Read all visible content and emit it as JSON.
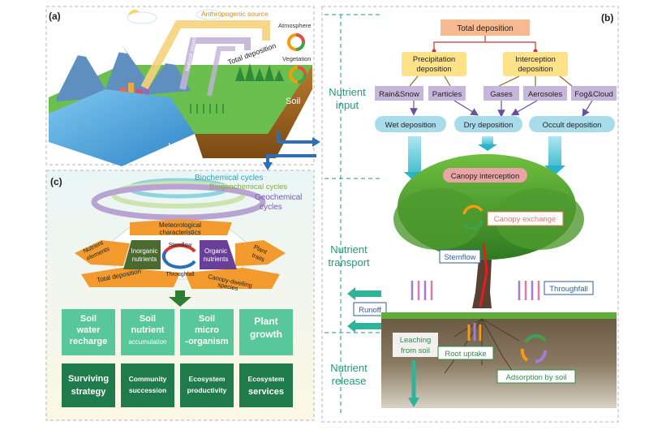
{
  "panel_a": {
    "label": "(a)",
    "anthropogenic_source": "Anthropogenic source",
    "natural_sources": "Natural sources",
    "total_deposition": "Total deposition",
    "atmosphere": "Atmosphere",
    "vegetation": "Vegetation",
    "soil": "Soil",
    "water": "Water"
  },
  "panel_b": {
    "label": "(b)",
    "total_deposition": "Total deposition",
    "precipitation_deposition": [
      "Precipitation",
      "deposition"
    ],
    "interception_deposition": [
      "Interception",
      "deposition"
    ],
    "sources": [
      "Rain&Snow",
      "Particles",
      "Gases",
      "Aerosoles",
      "Fog&Cloud"
    ],
    "deposition_types": [
      "Wet deposition",
      "Dry deposition",
      "Occult deposition"
    ],
    "stages": {
      "input": [
        "Nutrient",
        "input"
      ],
      "transport": [
        "Nutrient",
        "transport"
      ],
      "release": [
        "Nutrient",
        "release"
      ]
    },
    "canopy_interception": "Canopy interception",
    "canopy_exchange": "Canopy exchange",
    "stemflow": "Stemflow",
    "throughfall": "Throughfall",
    "runoff": "Runoff",
    "leaching": [
      "Leaching",
      "from soil"
    ],
    "root_uptake": "Root uptake",
    "adsorption": "Adsorption by soil"
  },
  "panel_c": {
    "label": "(c)",
    "cycles": {
      "biochemical": "Biochemical cycles",
      "biogeochemical": "Biogeochemical cycles",
      "geochemical": [
        "Geochemical",
        "cycles"
      ]
    },
    "factors": {
      "meteorological": [
        "Meteorological",
        "characteristics"
      ],
      "nutrient_elements": [
        "Nutrient",
        "elements"
      ],
      "plant_traits": [
        "Plant",
        "traits"
      ],
      "total_deposition": "Total deposition",
      "canopy_dwelling": [
        "Canopy-dwelling",
        "species"
      ]
    },
    "center": {
      "inorganic": [
        "Inorganic",
        "nutrients"
      ],
      "organic": [
        "Organic",
        "nutrients"
      ],
      "stemflow": "Stemflow",
      "throughfall": "Throughfall"
    },
    "effects_row1": [
      {
        "big": [
          "Soil",
          "water",
          "recharge"
        ],
        "small": []
      },
      {
        "big": [
          "Soil",
          "nutrient"
        ],
        "small": [
          "accumulation"
        ]
      },
      {
        "big": [
          "Soil",
          "micro",
          "-organism"
        ],
        "small": []
      },
      {
        "big": [
          "Plant",
          "growth"
        ],
        "small": []
      }
    ],
    "effects_row2": [
      {
        "big": [
          "Surviving",
          "strategy"
        ],
        "small": []
      },
      {
        "big": [],
        "small": [
          "Community",
          "succession"
        ]
      },
      {
        "big": [],
        "small": [
          "Ecosystem",
          "productivity"
        ]
      },
      {
        "big": [],
        "small": [
          "Ecosystem",
          "services"
        ]
      }
    ]
  },
  "colors": {
    "dashed_border": "#9a9a9a",
    "stage_text": "#1f9a7a",
    "top_box": "#f7b98f",
    "yellow_box": "#fde28a",
    "purple_box": "#c7b6dc",
    "cyan_box": "#a8dcea",
    "green_text": "#2f8f4a",
    "blue_text": "#2e5e9e",
    "row1_fill": "#58c79a",
    "row2_fill": "#1f7a4c"
  }
}
